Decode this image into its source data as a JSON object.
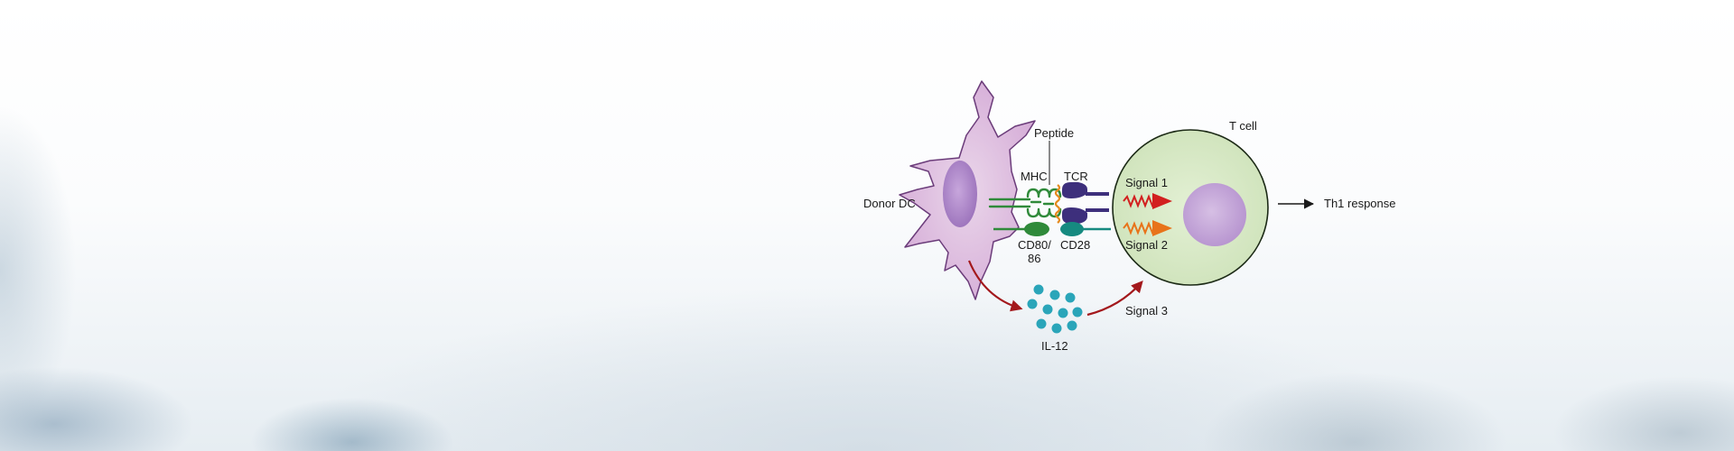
{
  "diagram": {
    "labels": {
      "donor_dc": "Donor DC",
      "peptide": "Peptide",
      "t_cell": "T cell",
      "mhc": "MHC",
      "tcr": "TCR",
      "signal1": "Signal 1",
      "signal2": "Signal 2",
      "signal3": "Signal 3",
      "cd80_line1": "CD80/",
      "cd80_line2": "86",
      "cd28": "CD28",
      "th1_response": "Th1 response",
      "il12": "IL-12"
    },
    "colors": {
      "dendritic_cell": "#dcb8dc",
      "dc_nucleus": "#a983c4",
      "t_cell": "#d6e9c2",
      "t_cell_nucleus": "#c5a8d8",
      "mhc": "#2f8a3a",
      "tcr": "#3d2f7c",
      "cd28": "#168a80",
      "peptide": "#e58a1e",
      "signal1": "#d21f1f",
      "signal2": "#e8731a",
      "signal3": "#a3181c",
      "il12": "#2aa5b9"
    }
  }
}
